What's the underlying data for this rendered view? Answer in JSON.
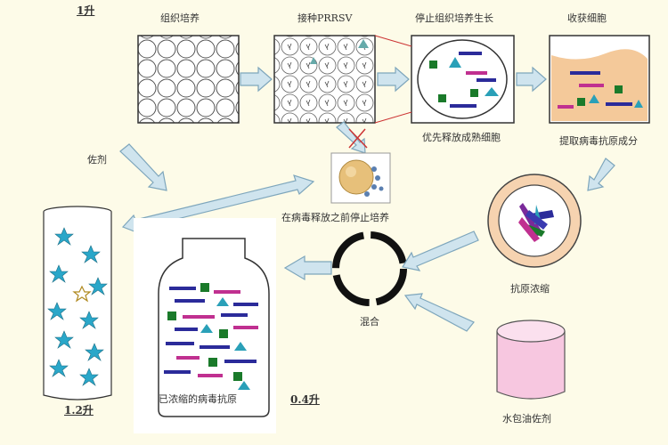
{
  "labels": {
    "volume_top": "1升",
    "step1": "组织培养",
    "step2": "接种PRRSV",
    "step3": "停止组织培养生长",
    "step4": "收获细胞",
    "step3_note": "优先释放成熟细胞",
    "step4_note": "提取病毒抗原成分",
    "adjuvant": "佐剂",
    "stop_before_release": "在病毒释放之前停止培养",
    "concentrate": "抗原浓缩",
    "mix": "混合",
    "concentrated_antigen": "已浓缩的病毒抗原",
    "volume_bottle": "0.4升",
    "volume_tube": "1.2升",
    "emulsion_adjuvant": "水包油佐剂"
  },
  "colors": {
    "arrow_fill": "#cfe4ee",
    "arrow_stroke": "#7ea6bc",
    "emulsion": "#f7c7e0",
    "harvest_bg": "#f4c99a",
    "ring": "#f6d3b0",
    "star": "#2aa7c9"
  }
}
